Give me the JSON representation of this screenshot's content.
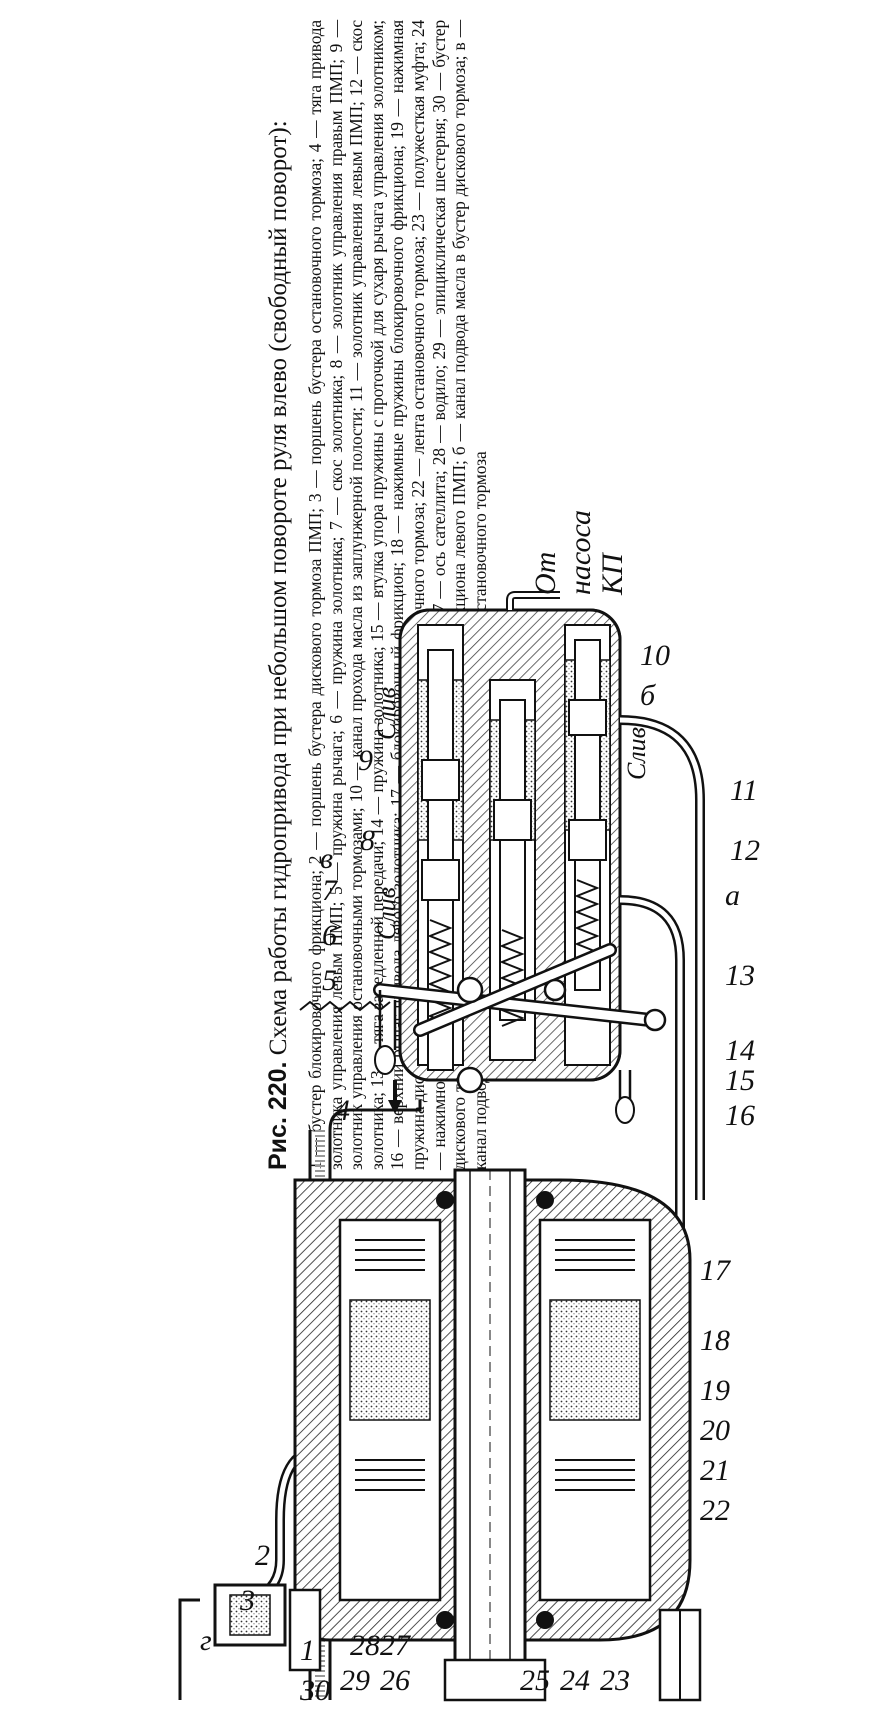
{
  "caption": {
    "fig_label": "Рис. 220.",
    "title": "Схема работы гидропривода при небольшом повороте руля влево (свободный поворот):",
    "legend": "1 — бустер блокировочного фрикциона; 2 — поршень бустера дискового тормоза ПМП; 3 — поршень бустера остановочного тормоза; 4 — тяга привода золотника управления левым ПМП; 5 — пружина рычага; 6 — пружина золотника; 7 — скос золотника; 8 — золотник управления правым ПМП; 9 — золотник управления остановочными тормозами; 10 — канал прохода масла из заплунжерной полости; 11 — золотник управления левым ПМП; 12 — скос золотника; 13 — тяга замедленной передачи; 14 — пружина золотника; 15 — втулка упора пружины с проточкой для сухаря рычага управления золотником; 16 — верхний рычаг привода левого золотника; 17 — блокировочный фрикцион; 18 — нажимные пружины блокировочного фрикциона; 19 — нажимная пружина дискового тормоза; 20 — дисковый тормоз; 21 — барабан остановочного тормоза; 22 — лента остановочного тормоза; 23 — полужесткая муфта; 24 — нажимной диск (поршень); 25 — солнечная шестерня; 26 — сателлит; 27 — ось сателлита; 28 — водило; 29 — эпициклическая шестерня; 30 — бустер дискового тормоза; а — канал подвода масла в бустер блокировочного фрикциона левого ПМП; б — канал подвода масла в бустер дискового тормоза; в — канал подвода масла в бустер остановочного тормоза; г — полость бустера остановочного тормоза"
  },
  "figure": {
    "labels_top": [
      "9",
      "8",
      "в",
      "7",
      "6",
      "5"
    ],
    "labels_bottom": [
      "10",
      "б",
      "11",
      "12",
      "а",
      "13",
      "14",
      "15",
      "16"
    ],
    "labels_gear": [
      "17",
      "18",
      "19",
      "20",
      "21",
      "22",
      "23",
      "24",
      "25",
      "26",
      "27",
      "28",
      "29",
      "30",
      "1",
      "2",
      "3",
      "4",
      "г"
    ],
    "annotations": {
      "sliv_1": "Слив",
      "sliv_2": "Слив",
      "sliv_3": "Слив",
      "pump_1": "От",
      "pump_2": "насоса",
      "pump_3": "КП"
    }
  }
}
